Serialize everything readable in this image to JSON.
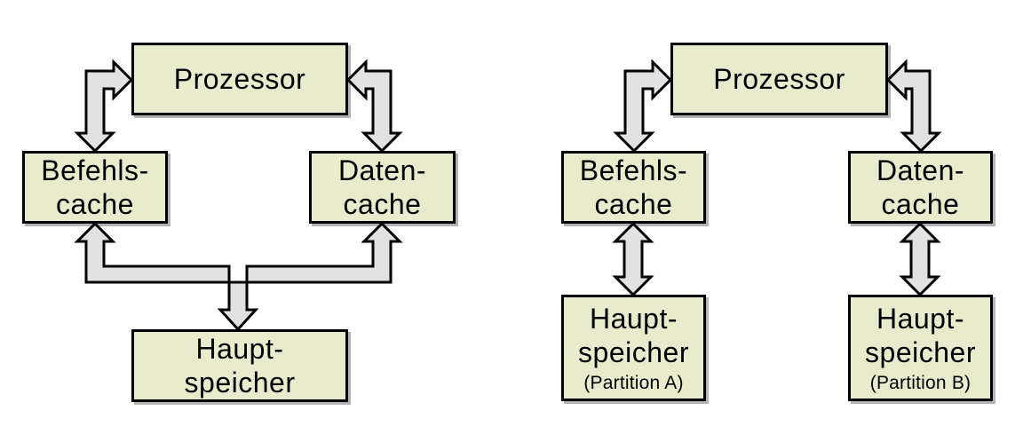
{
  "colors": {
    "background": "#ffffff",
    "box_fill": "#e9ebcd",
    "box_border": "#000000",
    "arrow_fill": "#e2e2e2",
    "arrow_outline": "#000000",
    "text": "#000000"
  },
  "diagrams": [
    {
      "id": "left",
      "nodes": {
        "prozessor": {
          "label": "Prozessor"
        },
        "befehls_cache": {
          "line1": "Befehls-",
          "line2": "cache"
        },
        "daten_cache": {
          "line1": "Daten-",
          "line2": "cache"
        },
        "haupt_speicher": {
          "line1": "Haupt-",
          "line2": "speicher"
        }
      }
    },
    {
      "id": "right",
      "nodes": {
        "prozessor": {
          "label": "Prozessor"
        },
        "befehls_cache": {
          "line1": "Befehls-",
          "line2": "cache"
        },
        "daten_cache": {
          "line1": "Daten-",
          "line2": "cache"
        },
        "haupt_speicher_a": {
          "line1": "Haupt-",
          "line2": "speicher",
          "line3": "(Partition A)"
        },
        "haupt_speicher_b": {
          "line1": "Haupt-",
          "line2": "speicher",
          "line3": "(Partition B)"
        }
      }
    }
  ]
}
